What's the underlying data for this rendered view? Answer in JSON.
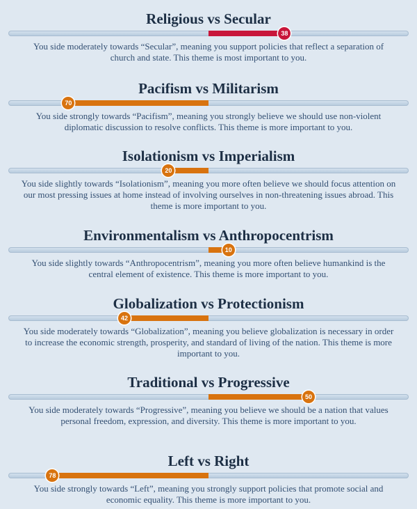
{
  "themes": [
    {
      "title": "Religious vs Secular",
      "value": "38",
      "side": "right",
      "strength": 0.38,
      "color": "#c8163a",
      "description": "You side moderately towards “Secular”, meaning you support policies that reflect a separation of church and state. This theme is most important to you."
    },
    {
      "title": "Pacifism vs Militarism",
      "value": "70",
      "side": "left",
      "strength": 0.7,
      "color": "#d8730f",
      "description": "You side strongly towards “Pacifism”, meaning you strongly believe we should use non-violent diplomatic discussion to resolve conflicts. This theme is more important to you."
    },
    {
      "title": "Isolationism vs Imperialism",
      "value": "20",
      "side": "left",
      "strength": 0.2,
      "color": "#d8730f",
      "description": "You side slightly towards “Isolationism”, meaning you more often believe we should focus attention on our most pressing issues at home instead of involving ourselves in non-threatening issues abroad. This theme is more important to you."
    },
    {
      "title": "Environmentalism vs Anthropocentrism",
      "value": "10",
      "side": "right",
      "strength": 0.1,
      "color": "#d8730f",
      "description": "You side slightly towards “Anthropocentrism”, meaning you more often believe humankind is the central element of existence. This theme is more important to you."
    },
    {
      "title": "Globalization vs Protectionism",
      "value": "42",
      "side": "left",
      "strength": 0.42,
      "color": "#d8730f",
      "description": "You side moderately towards “Globalization”, meaning you believe globalization is necessary in order to increase the economic strength, prosperity, and standard of living of the nation. This theme is more important to you."
    },
    {
      "title": "Traditional vs Progressive",
      "value": "50",
      "side": "right",
      "strength": 0.5,
      "color": "#d8730f",
      "description": "You side moderately towards “Progressive”, meaning you believe we should be a nation that values personal freedom, expression, and diversity. This theme is more important to you."
    },
    {
      "title": "Left vs Right",
      "value": "78",
      "side": "left",
      "strength": 0.78,
      "color": "#d8730f",
      "description": "You side strongly towards “Left”, meaning you strongly support policies that promote social and economic equality. This theme is more important to you."
    }
  ]
}
